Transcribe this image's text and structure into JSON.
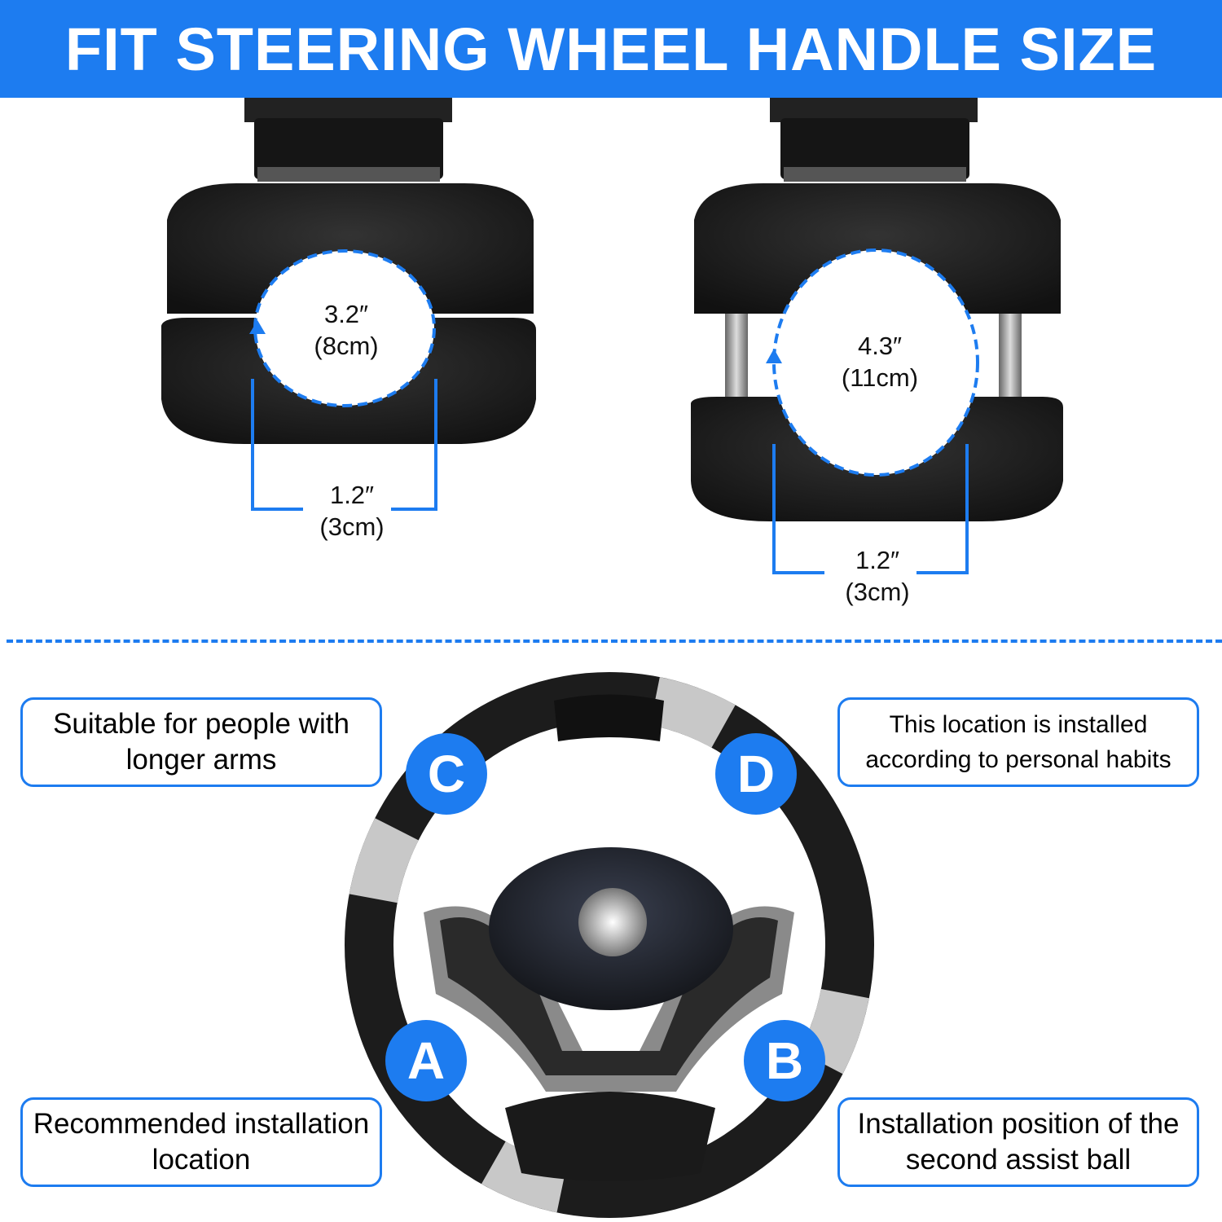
{
  "header": {
    "title": "FIT STEERING WHEEL HANDLE SIZE"
  },
  "clamp_small": {
    "diameter_in": "3.2″",
    "diameter_cm": "(8cm)",
    "width_in": "1.2″",
    "width_cm": "(3cm)"
  },
  "clamp_large": {
    "diameter_in": "4.3″",
    "diameter_cm": "(11cm)",
    "width_in": "1.2″",
    "width_cm": "(3cm)"
  },
  "positions": {
    "c": {
      "badge": "C",
      "text": "Suitable for people with longer arms"
    },
    "d": {
      "badge": "D",
      "text": "This location is installed according to personal habits"
    },
    "a": {
      "badge": "A",
      "text": "Recommended installation location"
    },
    "b": {
      "badge": "B",
      "text": "Installation position of the second assist ball"
    }
  },
  "colors": {
    "accent": "#1d7cf0"
  }
}
